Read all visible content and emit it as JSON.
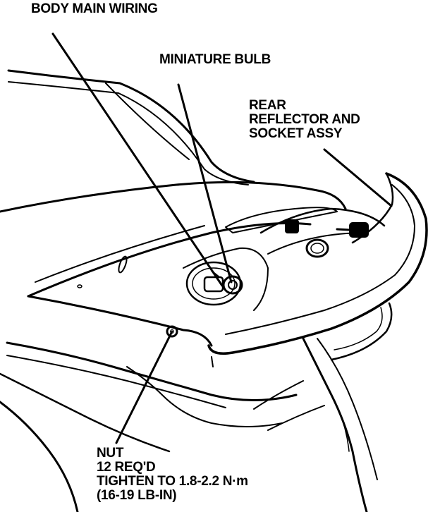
{
  "callouts": {
    "body_main_wiring": {
      "lines": [
        "BODY MAIN WIRING"
      ]
    },
    "miniature_bulb": {
      "lines": [
        "MINIATURE BULB"
      ]
    },
    "rear_reflector": {
      "lines": [
        "REAR",
        "REFLECTOR AND",
        "SOCKET ASSY"
      ]
    },
    "nut": {
      "lines": [
        "NUT",
        "12 REQ'D",
        "TIGHTEN TO 1.8-2.2 N·m",
        "(16-19 LB-IN)"
      ]
    }
  },
  "colors": {
    "ink": "#000000",
    "paper": "#ffffff"
  }
}
